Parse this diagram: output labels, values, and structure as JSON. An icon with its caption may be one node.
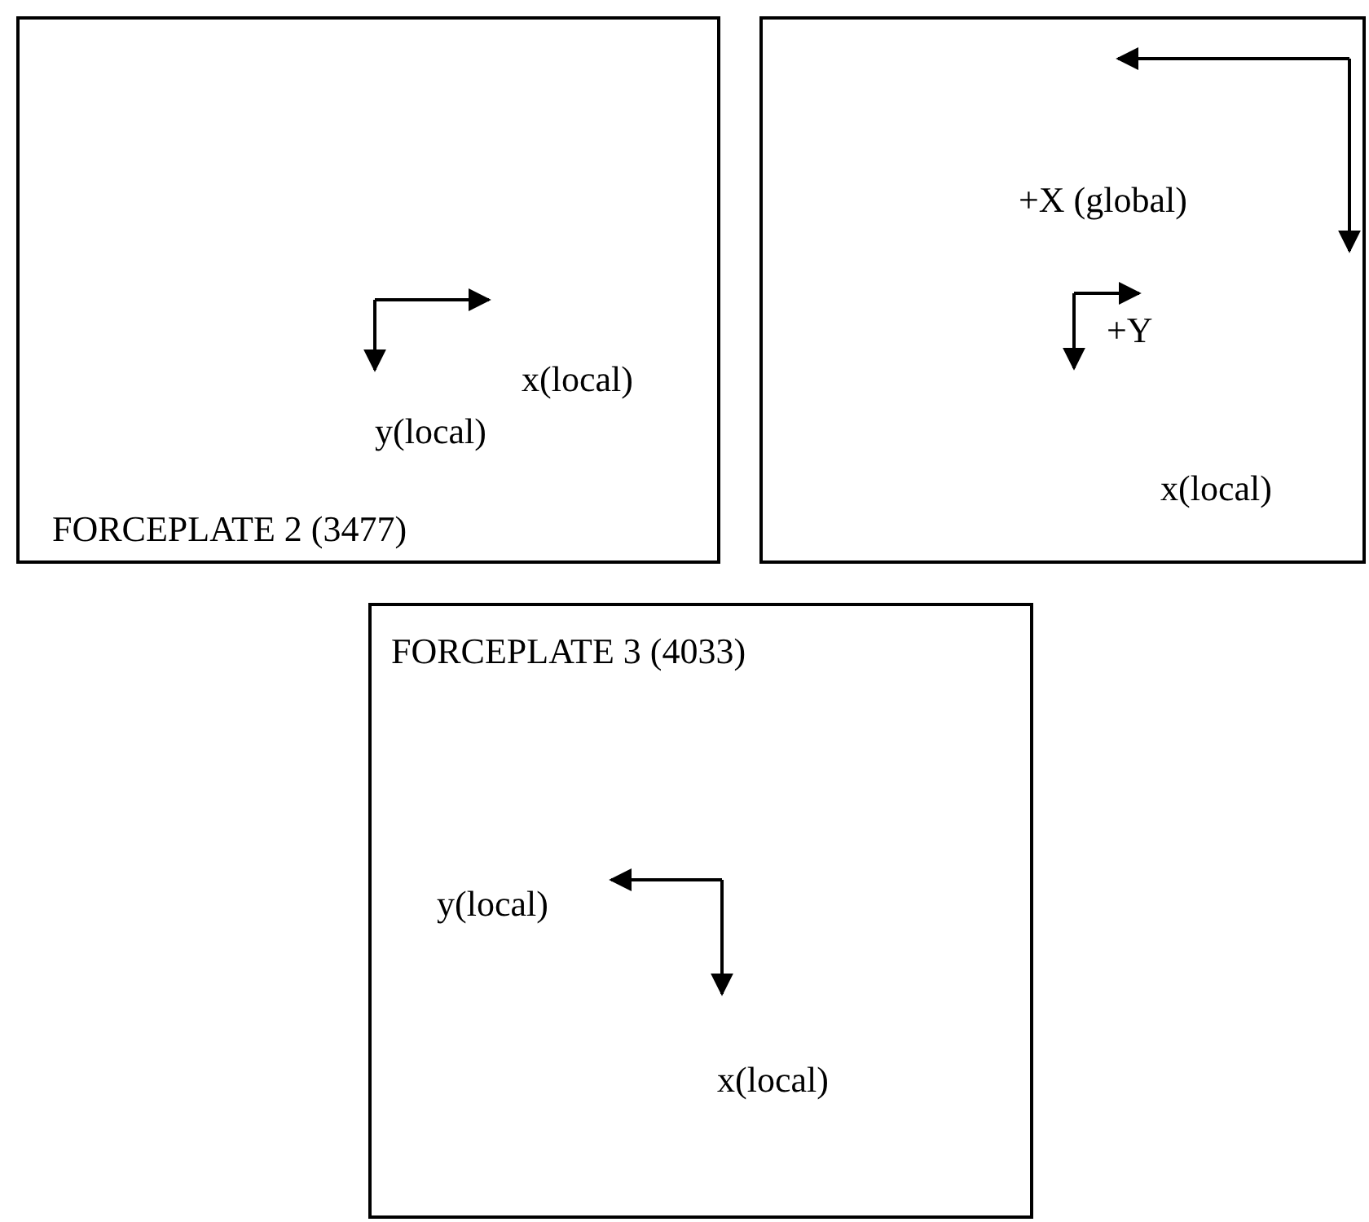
{
  "diagram": {
    "nodes": [
      {
        "text": [
          "x(local)",
          "y(local)",
          "FORCEPLATE 2 (3477)"
        ]
      },
      {
        "text": [
          "+X (global)",
          "+Y",
          "x(local)"
        ]
      },
      {
        "text": [
          "FORCEPLATE 3 (4033)",
          "y(local)",
          "x(local)"
        ]
      }
    ]
  }
}
